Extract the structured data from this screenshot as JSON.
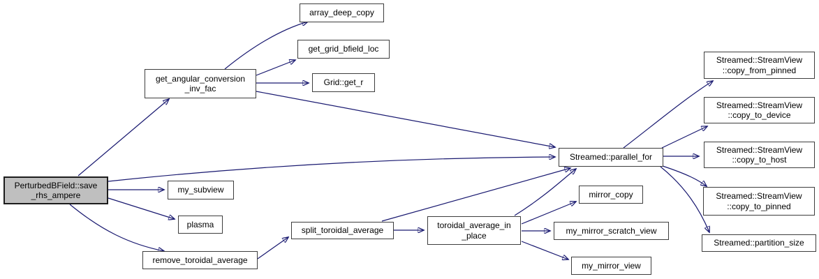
{
  "diagram": {
    "type": "call-graph",
    "background_color": "#ffffff",
    "edge_color": "#191970",
    "node_border_color": "#3d3d3d",
    "highlighted_node_fill": "#bfbfbf",
    "nodes": [
      {
        "id": "perturbedbfield-save-rhs-ampere",
        "label": "PerturbedBField::save\n_rhs_ampere",
        "highlighted": true
      },
      {
        "id": "get-angular-conversion-inv-fac",
        "label": "get_angular_conversion\n_inv_fac",
        "highlighted": false
      },
      {
        "id": "array-deep-copy",
        "label": "array_deep_copy",
        "highlighted": false
      },
      {
        "id": "get-grid-bfield-loc",
        "label": "get_grid_bfield_loc",
        "highlighted": false
      },
      {
        "id": "grid-get-r",
        "label": "Grid::get_r",
        "highlighted": false
      },
      {
        "id": "my-subview",
        "label": "my_subview",
        "highlighted": false
      },
      {
        "id": "plasma",
        "label": "plasma",
        "highlighted": false
      },
      {
        "id": "remove-toroidal-average",
        "label": "remove_toroidal_average",
        "highlighted": false
      },
      {
        "id": "split-toroidal-average",
        "label": "split_toroidal_average",
        "highlighted": false
      },
      {
        "id": "toroidal-average-in-place",
        "label": "toroidal_average_in\n_place",
        "highlighted": false
      },
      {
        "id": "streamed-parallel-for",
        "label": "Streamed::parallel_for",
        "highlighted": false
      },
      {
        "id": "mirror-copy",
        "label": "mirror_copy",
        "highlighted": false
      },
      {
        "id": "my-mirror-scratch-view",
        "label": "my_mirror_scratch_view",
        "highlighted": false
      },
      {
        "id": "my-mirror-view",
        "label": "my_mirror_view",
        "highlighted": false
      },
      {
        "id": "streamed-streamview-copy-from-pinned",
        "label": "Streamed::StreamView\n::copy_from_pinned",
        "highlighted": false
      },
      {
        "id": "streamed-streamview-copy-to-device",
        "label": "Streamed::StreamView\n::copy_to_device",
        "highlighted": false
      },
      {
        "id": "streamed-streamview-copy-to-host",
        "label": "Streamed::StreamView\n::copy_to_host",
        "highlighted": false
      },
      {
        "id": "streamed-streamview-copy-to-pinned",
        "label": "Streamed::StreamView\n::copy_to_pinned",
        "highlighted": false
      },
      {
        "id": "streamed-partition-size",
        "label": "Streamed::partition_size",
        "highlighted": false
      }
    ],
    "edges": [
      {
        "from": "perturbedbfield-save-rhs-ampere",
        "to": "get-angular-conversion-inv-fac"
      },
      {
        "from": "perturbedbfield-save-rhs-ampere",
        "to": "streamed-parallel-for"
      },
      {
        "from": "perturbedbfield-save-rhs-ampere",
        "to": "my-subview"
      },
      {
        "from": "perturbedbfield-save-rhs-ampere",
        "to": "plasma"
      },
      {
        "from": "perturbedbfield-save-rhs-ampere",
        "to": "remove-toroidal-average"
      },
      {
        "from": "get-angular-conversion-inv-fac",
        "to": "array-deep-copy"
      },
      {
        "from": "get-angular-conversion-inv-fac",
        "to": "get-grid-bfield-loc"
      },
      {
        "from": "get-angular-conversion-inv-fac",
        "to": "grid-get-r"
      },
      {
        "from": "get-angular-conversion-inv-fac",
        "to": "streamed-parallel-for"
      },
      {
        "from": "remove-toroidal-average",
        "to": "split-toroidal-average"
      },
      {
        "from": "split-toroidal-average",
        "to": "toroidal-average-in-place"
      },
      {
        "from": "split-toroidal-average",
        "to": "streamed-parallel-for"
      },
      {
        "from": "toroidal-average-in-place",
        "to": "streamed-parallel-for"
      },
      {
        "from": "toroidal-average-in-place",
        "to": "mirror-copy"
      },
      {
        "from": "toroidal-average-in-place",
        "to": "my-mirror-scratch-view"
      },
      {
        "from": "toroidal-average-in-place",
        "to": "my-mirror-view"
      },
      {
        "from": "streamed-parallel-for",
        "to": "streamed-streamview-copy-from-pinned"
      },
      {
        "from": "streamed-parallel-for",
        "to": "streamed-streamview-copy-to-device"
      },
      {
        "from": "streamed-parallel-for",
        "to": "streamed-streamview-copy-to-host"
      },
      {
        "from": "streamed-parallel-for",
        "to": "streamed-streamview-copy-to-pinned"
      },
      {
        "from": "streamed-parallel-for",
        "to": "streamed-partition-size"
      }
    ]
  }
}
